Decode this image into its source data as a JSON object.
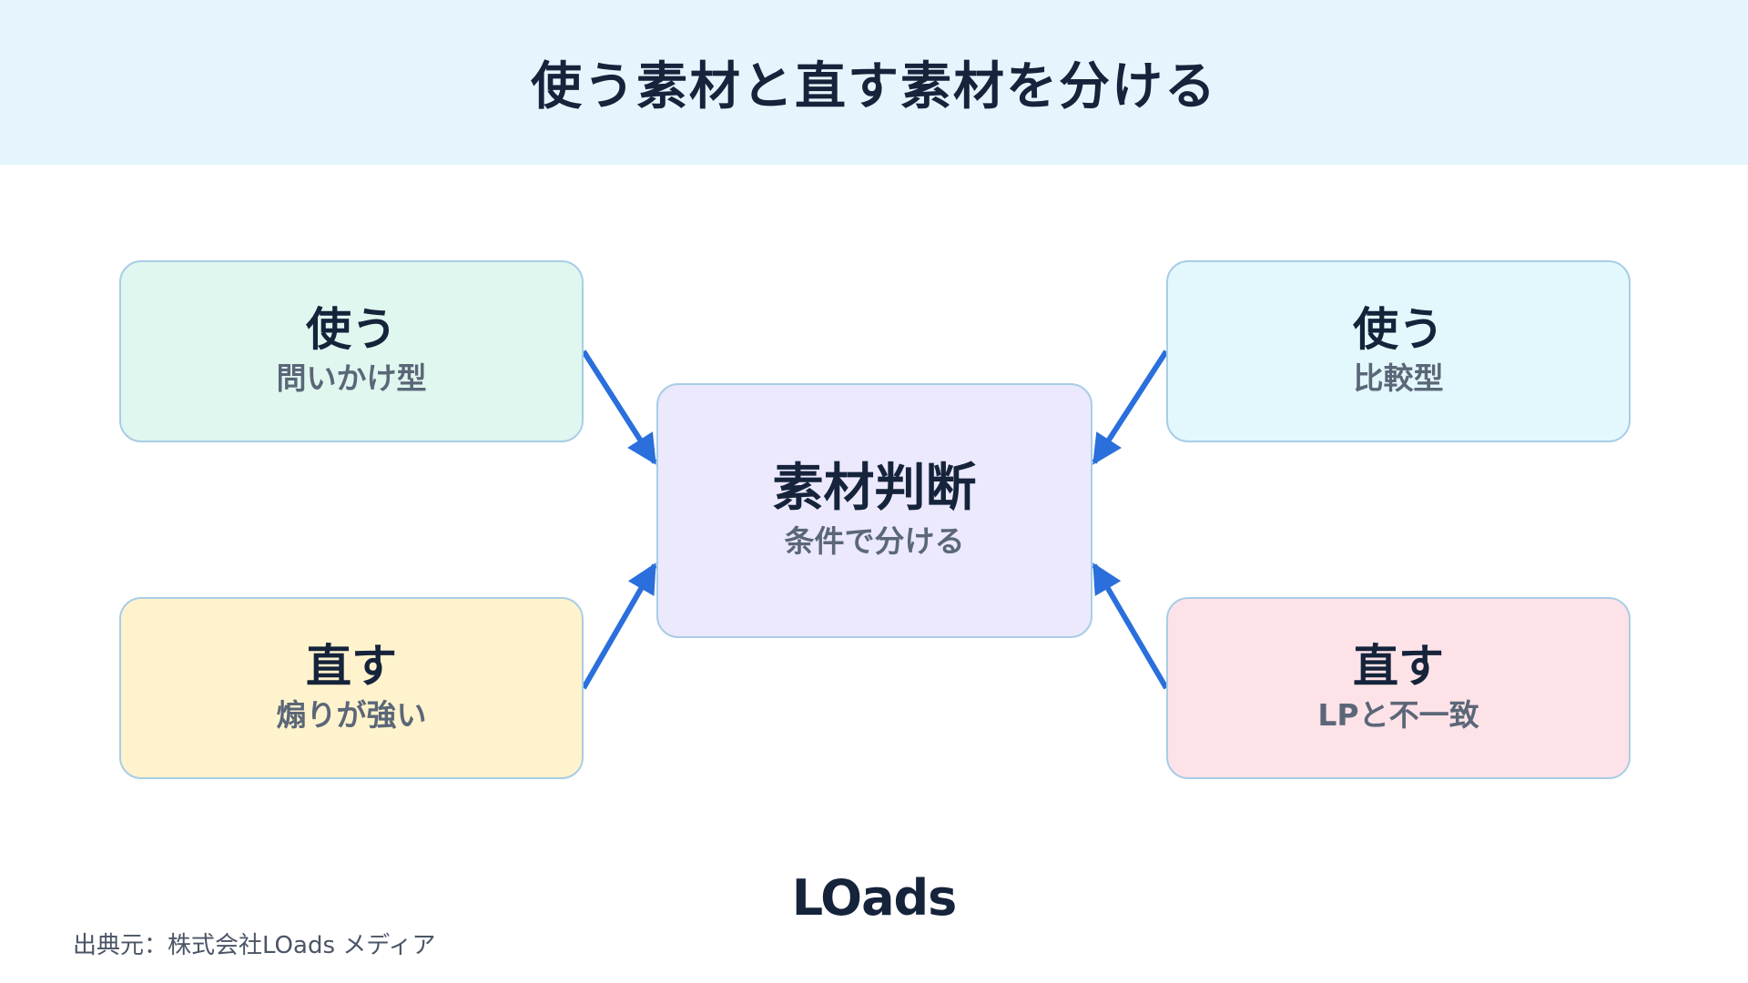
{
  "title": "使う素材と直す素材を分ける",
  "center": {
    "main": "素材判断",
    "sub": "条件で分ける"
  },
  "nodes": {
    "top_left": {
      "main": "使う",
      "sub": "問いかけ型"
    },
    "top_right": {
      "main": "使う",
      "sub": "比較型"
    },
    "bottom_left": {
      "main": "直す",
      "sub": "煽りが強い"
    },
    "bottom_right": {
      "main": "直す",
      "sub": "LPと不一致"
    }
  },
  "logo": "LOads",
  "source": "出典元：株式会社LOads メディア",
  "colors": {
    "header_bg": "#e6f5fd",
    "arrow": "#2a6fdb",
    "use_comparison_bg": "#e3f8fd",
    "use_question_bg": "#e0f7ef",
    "fix_hype_bg": "#fff3cd",
    "fix_mismatch_bg": "#fde3e7",
    "center_bg": "#ece9fd"
  }
}
